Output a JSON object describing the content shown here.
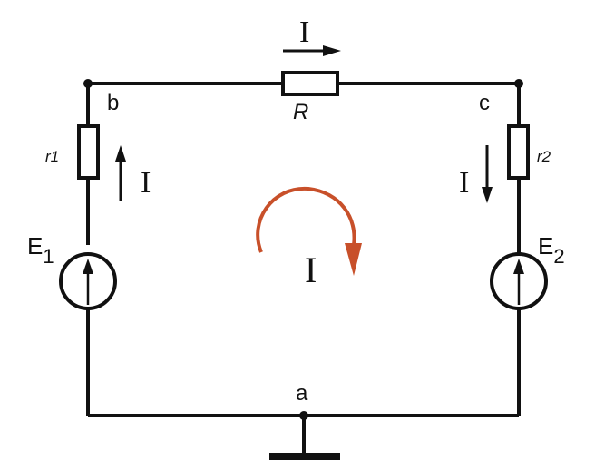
{
  "diagram": {
    "colors": {
      "wire": "#111111",
      "loop_arrow": "#c8502a",
      "background": "#ffffff"
    },
    "nodes": {
      "b": "b",
      "c": "c",
      "a": "a"
    },
    "components": {
      "R": "R",
      "r1": "r1",
      "r2": "r2",
      "E1": {
        "main": "E",
        "sub": "1"
      },
      "E2": {
        "main": "E",
        "sub": "2"
      }
    },
    "currents": {
      "top": "I",
      "left": "I",
      "right": "I",
      "loop": "I"
    },
    "icons": {
      "ground": "ground-icon",
      "loop": "clockwise-loop-arrow-icon"
    }
  }
}
